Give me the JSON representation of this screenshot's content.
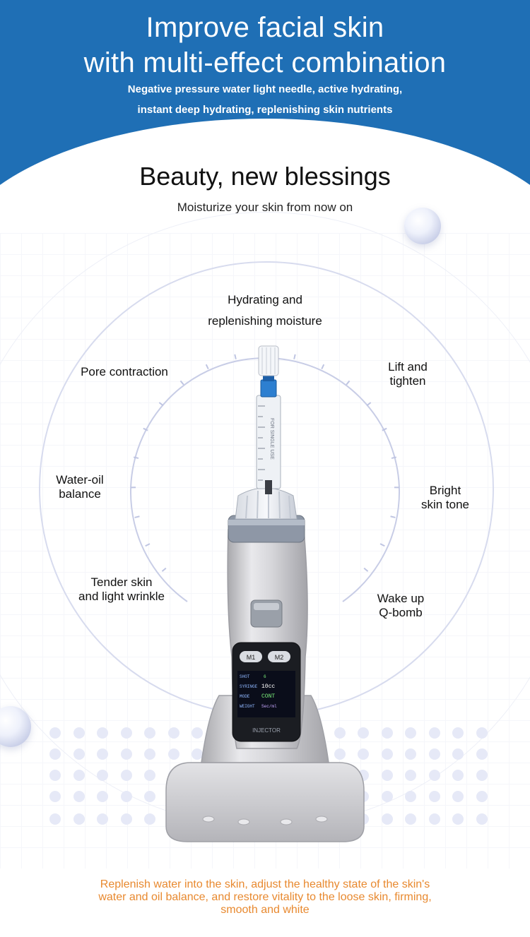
{
  "header": {
    "title_line1": "Improve facial skin",
    "title_line2": "with multi-effect combination",
    "subtitle_line1": "Negative pressure water light needle, active hydrating,",
    "subtitle_line2": "instant deep hydrating, replenishing skin nutrients"
  },
  "section": {
    "title": "Beauty, new blessings",
    "subtitle": "Moisturize your skin from now on"
  },
  "effects": {
    "top_line1": "Hydrating and",
    "top_line2": "replenishing moisture",
    "pore": "Pore contraction",
    "lift_line1": "Lift and",
    "lift_line2": "tighten",
    "water_oil_line1": "Water-oil",
    "water_oil_line2": "balance",
    "bright_line1": "Bright",
    "bright_line2": "skin tone",
    "tender_line1": "Tender skin",
    "tender_line2": "and light wrinkle",
    "wake_line1": "Wake up",
    "wake_line2": "Q-bomb"
  },
  "device": {
    "btn_m1": "M1",
    "btn_m2": "M2",
    "screen_row1_label": "SHOT",
    "screen_row1_value": "6",
    "screen_row2_label": "SYRINGE",
    "screen_row2_value": "10cc",
    "screen_row3_label": "MODE",
    "screen_row3_value": "CONT",
    "screen_row4_label": "WEIGHT",
    "screen_row4_value": "Sec/ml",
    "brand": "INJECTOR",
    "syringe_text": "FOR SINGLE USE"
  },
  "footer": {
    "line1": "Replenish water into the skin, adjust the healthy state of the skin's",
    "line2": "water and oil balance, and restore vitality to the loose skin, firming,",
    "line3": "smooth and white"
  },
  "colors": {
    "header_blue": "#1f6fb5",
    "accent_orange": "#e8892f",
    "device_silver": "#c9c9cc"
  }
}
